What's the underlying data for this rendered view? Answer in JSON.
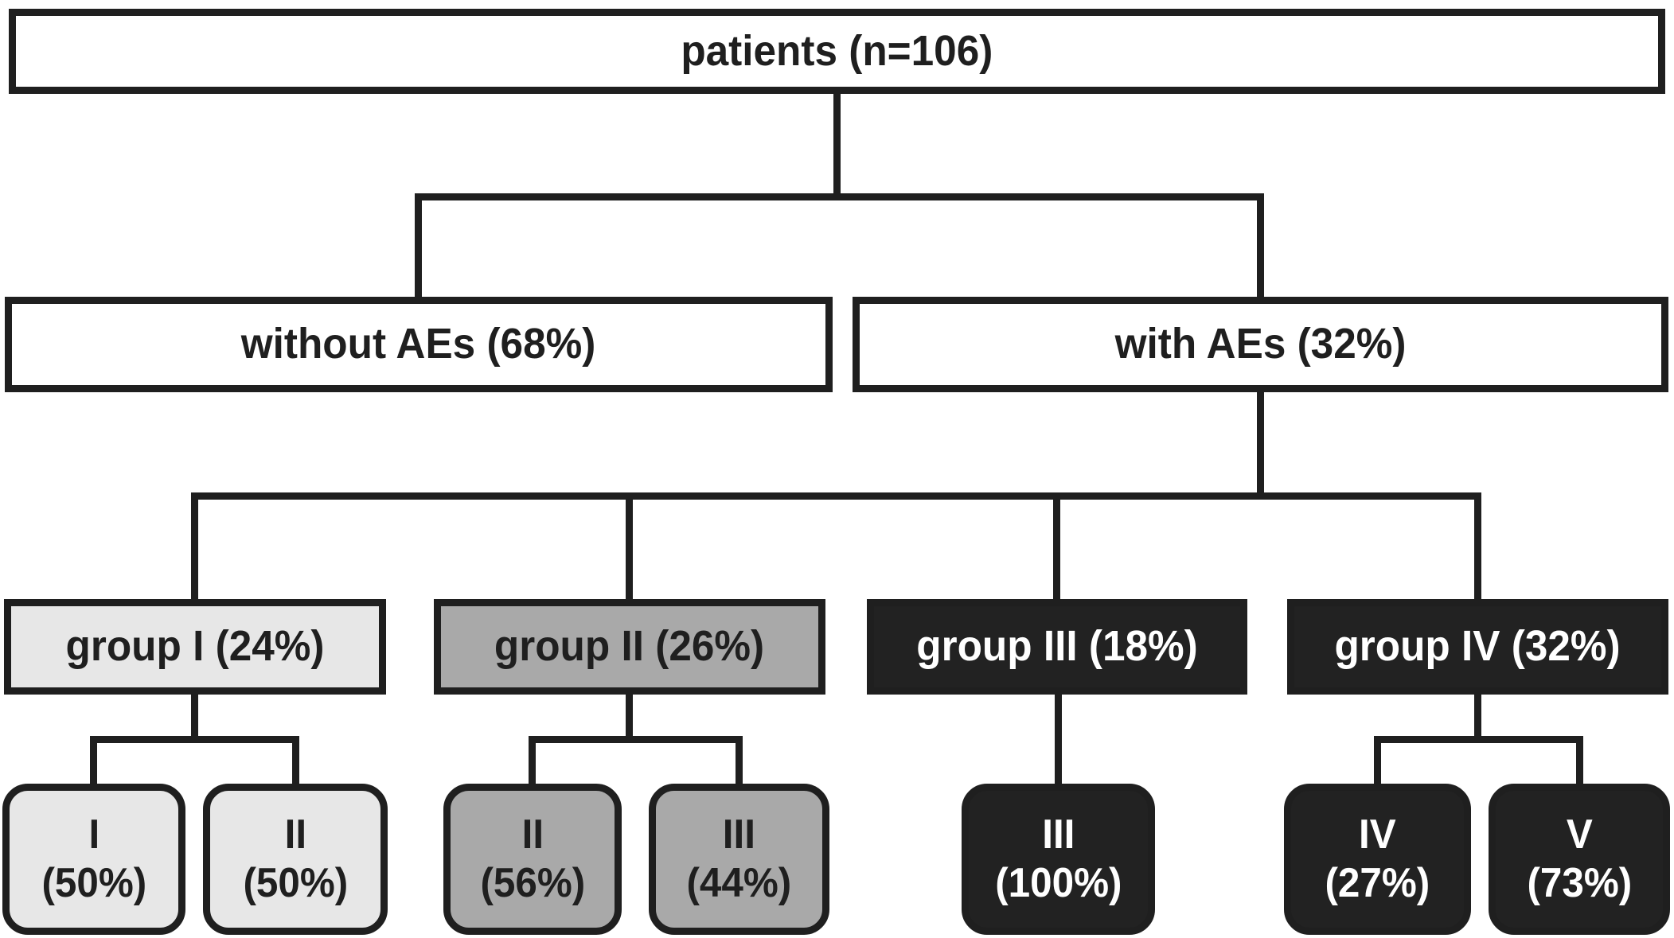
{
  "title": "patient adverse-events flowchart",
  "colors": {
    "bg": "#ffffff",
    "line": "#1f1f1f",
    "white": "#ffffff",
    "light_gray": "#e7e7e7",
    "mid_gray": "#a9a9a9",
    "dark": "#222222",
    "text_dark": "#1f1f1f",
    "text_light": "#ffffff"
  },
  "nodes": {
    "patients": {
      "label": "patients (n=106)"
    },
    "without_aes": {
      "label": "without AEs (68%)"
    },
    "with_aes": {
      "label": "with AEs (32%)"
    },
    "group1": {
      "label": "group I (24%)"
    },
    "group2": {
      "label": "group II (26%)"
    },
    "group3": {
      "label": "group III (18%)"
    },
    "group4": {
      "label": "group IV (32%)"
    }
  },
  "leaves": [
    {
      "line1": "I",
      "line2": "(50%)"
    },
    {
      "line1": "II",
      "line2": "(50%)"
    },
    {
      "line1": "II",
      "line2": "(56%)"
    },
    {
      "line1": "III",
      "line2": "(44%)"
    },
    {
      "line1": "III",
      "line2": "(100%)"
    },
    {
      "line1": "IV",
      "line2": "(27%)"
    },
    {
      "line1": "V",
      "line2": "(73%)"
    }
  ]
}
